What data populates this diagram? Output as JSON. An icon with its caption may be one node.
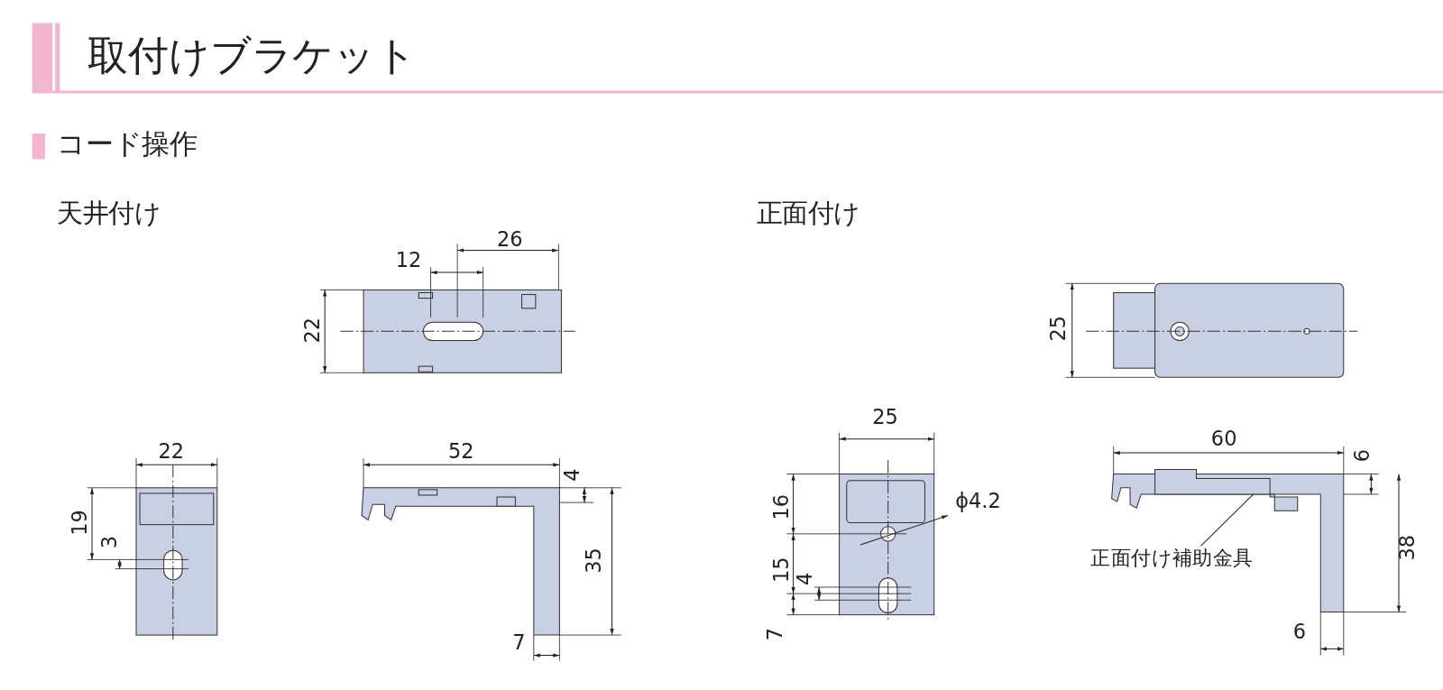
{
  "diagram": {
    "title": "取付けブラケット",
    "nodes": [
      {
        "text": [
          "正面付け補助金具"
        ]
      },
      {
        "text": [],
        "shape": "picture"
      }
    ],
    "edges": [
      {
        "from": 0,
        "to": 1,
        "arrow": "none"
      }
    ],
    "labels": [
      "コード操作",
      "天井付け",
      "正面付け",
      "26",
      "12",
      "22",
      "25",
      "22",
      "19",
      "3",
      "52",
      "4",
      "35",
      "7",
      "25",
      "16",
      "15",
      "4",
      "7",
      "ϕ4.2",
      "60",
      "6",
      "38",
      "6"
    ]
  }
}
